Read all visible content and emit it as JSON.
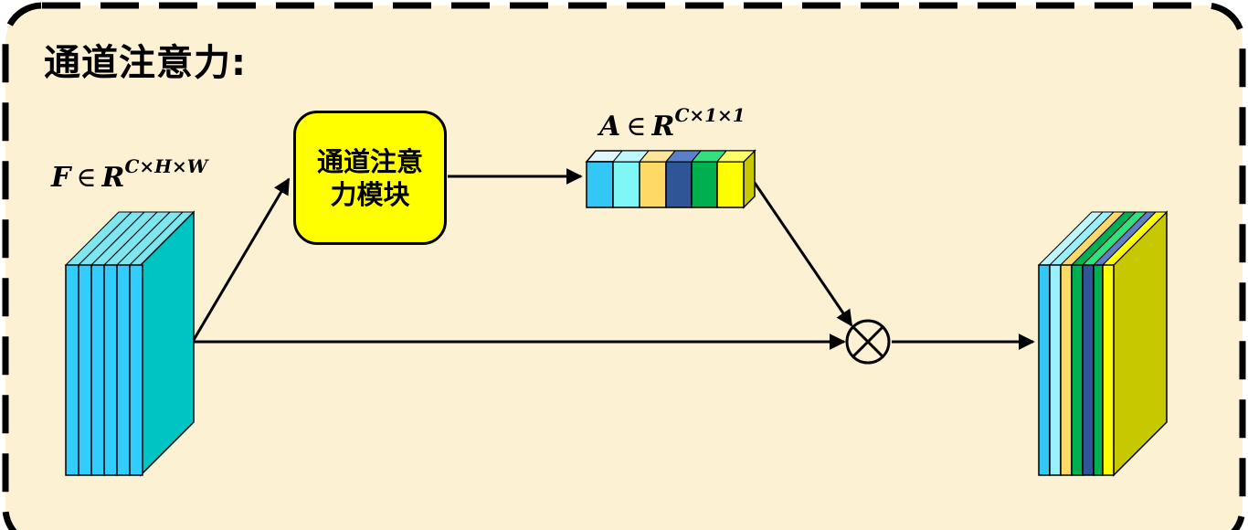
{
  "title": "通道注意力:",
  "module_label": "通道注意力模块",
  "input_label": {
    "symbol": "F",
    "relation": "∈",
    "space": "R",
    "superscript": "C×H×W"
  },
  "attention_label": {
    "symbol": "A",
    "relation": "∈",
    "space": "R",
    "superscript": "C×1×1"
  },
  "operator_symbol": "⊗",
  "colors": {
    "background": "#fdf1d3",
    "border": "#000000",
    "input_front": "#00c4c4",
    "input_sheet": "#33ccff",
    "module_fill": "#ffff00",
    "attention_cells": [
      "#33c7f5",
      "#7ff7f7",
      "#ffd966",
      "#2f5597",
      "#00b050",
      "#ffff00"
    ],
    "output_slices": [
      "#33c7f5",
      "#99f0ff",
      "#ffd966",
      "#00b050",
      "#2f5597",
      "#00b050",
      "#ffff00"
    ],
    "output_front": "#c8c800"
  }
}
